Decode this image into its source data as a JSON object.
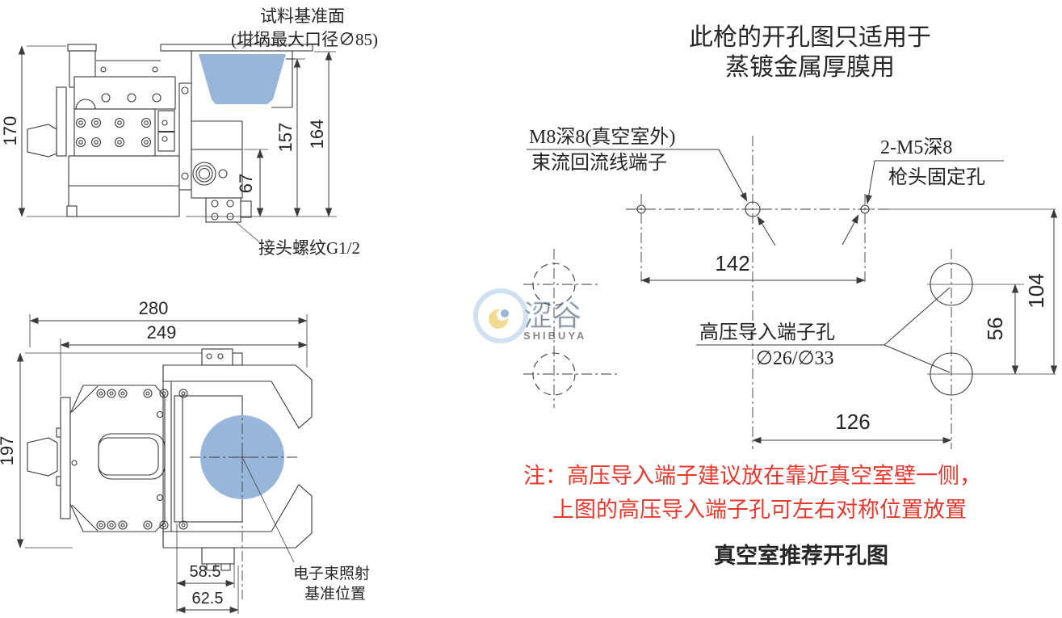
{
  "side_view": {
    "datum_label_1": "试料基准面",
    "datum_label_2": "(坩埚最大口径∅85)",
    "thread_label": "接头螺纹G1/2",
    "dim_height": "170",
    "dim_67": "67",
    "dim_157": "157",
    "dim_164": "164"
  },
  "top_view": {
    "dim_width": "280",
    "dim_249": "249",
    "dim_197": "197",
    "dim_585": "58.5",
    "dim_625": "62.5",
    "beam_label_1": "电子束照射",
    "beam_label_2": "基准位置"
  },
  "hole_chart": {
    "title_1": "此枪的开孔图只适用于",
    "title_2": "蒸镀金属厚膜用",
    "m8_label_1": "M8深8(真空室外)",
    "m8_label_2": "束流回流线端子",
    "m5_label_1": "2-M5深8",
    "m5_label_2": "枪头固定孔",
    "hv_label_1": "高压导入端子孔",
    "hv_label_2": "∅26/∅33",
    "dim_142": "142",
    "dim_104": "104",
    "dim_56": "56",
    "dim_126": "126",
    "caption": "真空室推荐开孔图"
  },
  "note": {
    "line_1": "注：高压导入端子建议放在靠近真空室壁一侧，",
    "line_2": "上图的高压导入端子孔可左右对称位置放置",
    "color": "#e8392e"
  },
  "watermark": {
    "brand": "SHIBUYA",
    "cjk": "涩谷",
    "blue": "#a9c7e7",
    "yellow": "#e8bd3a"
  },
  "colors": {
    "crucible_blue": "#98b6da",
    "line": "#3a3a3a",
    "note_red": "#e8392e"
  }
}
